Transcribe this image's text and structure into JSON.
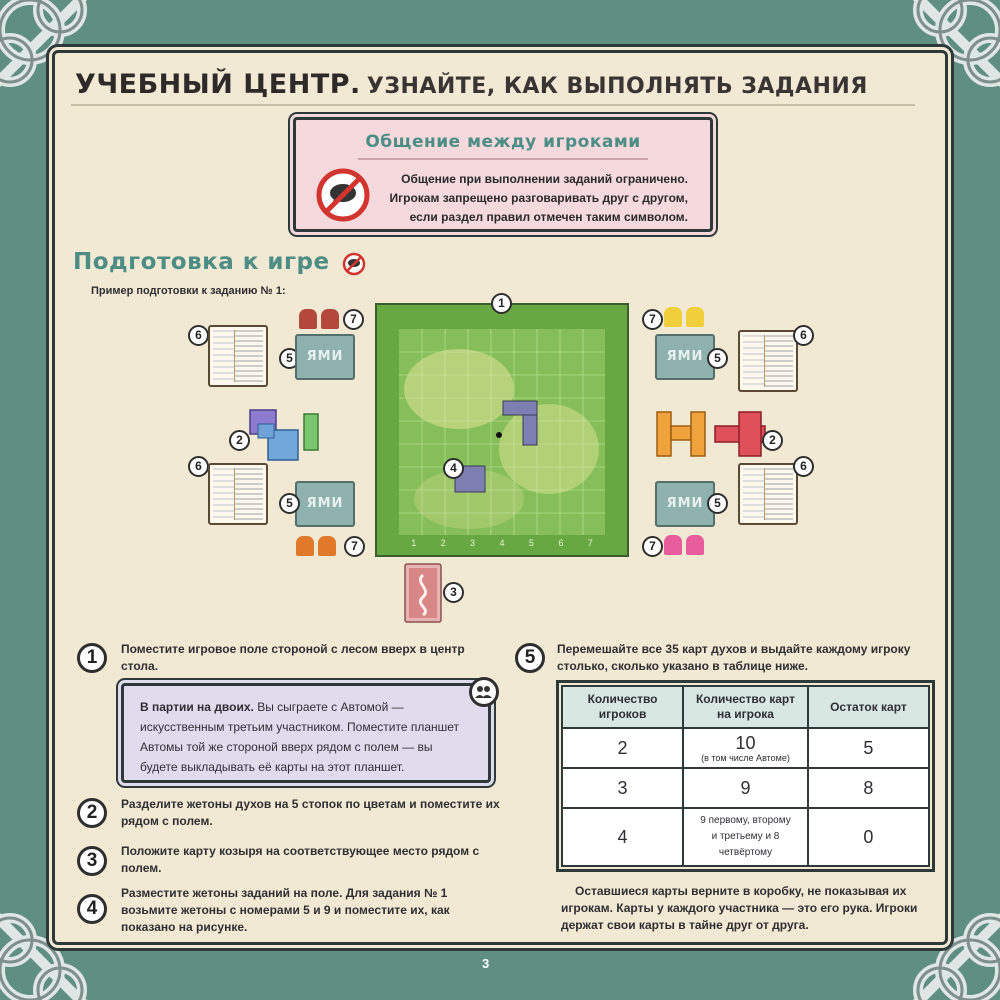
{
  "header": {
    "title_main": "Учебный центр.",
    "title_sub": "Узнайте, как выполнять задания"
  },
  "communication": {
    "title": "Общение между игроками",
    "text": "Общение при выполнении заданий ограничено. Игрокам запрещено разговаривать друг с другом, если раздел правил отмечен таким символом."
  },
  "setup": {
    "heading": "Подготовка к игре",
    "example_label": "Пример подготовки к заданию № 1:",
    "spirit_card_label": "ЯМИ",
    "track_numbers": [
      "1",
      "2",
      "3",
      "4",
      "5",
      "6",
      "7"
    ],
    "callouts": [
      "1",
      "2",
      "3",
      "4",
      "5",
      "6",
      "7"
    ]
  },
  "steps": {
    "s1": {
      "num": "1",
      "text": "Поместите игровое поле стороной с лесом вверх в центр стола."
    },
    "two_player": {
      "bold": "В партии на двоих.",
      "text": " Вы сыграете с Автомой — искусственным третьим участником. Поместите планшет Автомы той же стороной вверх рядом с полем — вы будете выкладывать её карты на этот планшет."
    },
    "s2": {
      "num": "2",
      "text": "Разделите жетоны духов на 5 стопок по цветам и поместите их рядом с полем."
    },
    "s3": {
      "num": "3",
      "text": "Положите карту козыря на соответствующее место рядом с полем."
    },
    "s4": {
      "num": "4",
      "text": "Разместите жетоны заданий на поле. Для задания № 1 возьмите жетоны с номерами 5 и 9 и поместите их, как показано на рисунке."
    },
    "s5": {
      "num": "5",
      "text": "Перемешайте все 35 карт духов и выдайте каждому игроку столько, сколько указано в таблице ниже."
    }
  },
  "table": {
    "headers": [
      "Количество игроков",
      "Количество карт на игрока",
      "Остаток карт"
    ],
    "rows": [
      {
        "players": "2",
        "cards": "10",
        "cards_note": "(в том числе Автоме)",
        "remainder": "5"
      },
      {
        "players": "3",
        "cards": "9",
        "cards_note": "",
        "remainder": "8"
      },
      {
        "players": "4",
        "cards": "",
        "cards_note": "9 первому, второму и третьему и 8 четвёртому",
        "remainder": "0"
      }
    ]
  },
  "bottom_text": "Оставшиеся карты верните в коробку, не показывая их игрокам. Карты у каждого участника — это его рука. Игроки держат свои карты в тайне друг от друга.",
  "page_number": "3",
  "colors": {
    "background": "#5f8f83",
    "paper": "#f1e9d4",
    "accent_teal": "#4d8d85",
    "comm_box": "#f5d9dc",
    "two_player_box": "#e1dbee",
    "table_header": "#d9e7e3"
  },
  "icons": [
    "no-talking-icon",
    "two-players-icon",
    "knot-ornament-icon"
  ]
}
